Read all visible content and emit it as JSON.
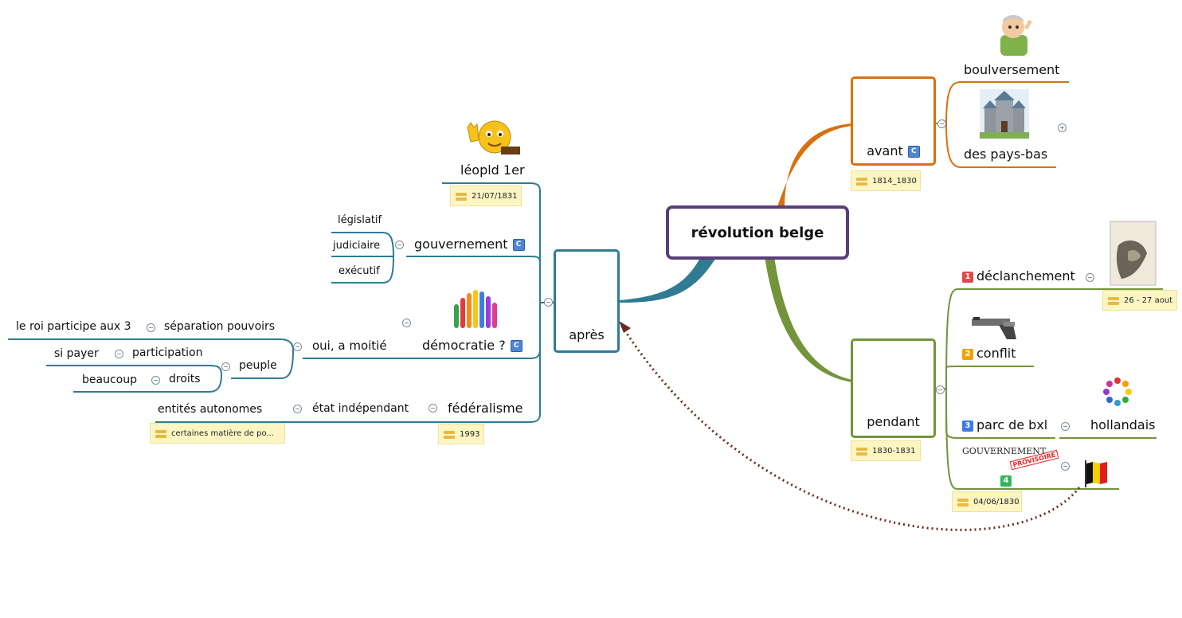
{
  "central": {
    "label": "révolution belge",
    "color": "#5a3e7a"
  },
  "avant": {
    "label": "avant",
    "badge": "C",
    "color": "#d9700f",
    "date_note": "1814_1830",
    "children": [
      {
        "label": "boulversement",
        "image": "thinking-person-icon"
      },
      {
        "label": "des pays-bas",
        "image": "castle-icon"
      }
    ]
  },
  "pendant": {
    "label": "pendant",
    "color": "#73943a",
    "date_note": "1830-1831",
    "children": [
      {
        "priority": "1",
        "label": "déclanchement",
        "note": "26 - 27 aout",
        "image": "painting-icon"
      },
      {
        "priority": "2",
        "label": "conflit",
        "image": "pistol-icon"
      },
      {
        "priority": "3",
        "label": "parc de bxl",
        "child": "hollandais",
        "image": "people-circle-icon"
      },
      {
        "priority": "4",
        "image_text": "GOUVERNEMENT",
        "stamp": "PROVISOIRE",
        "note": "04/06/1830",
        "image": "belgian-flag-icon"
      }
    ]
  },
  "apres": {
    "label": "après",
    "color": "#2f7b94",
    "children": [
      {
        "label": "léopld 1er",
        "note": "21/07/1831",
        "image": "smiley-icon"
      },
      {
        "label": "gouvernement",
        "badge": "C",
        "children": [
          "législatif",
          "judiciaire",
          "exécutif"
        ]
      },
      {
        "label": "démocratie ?",
        "badge": "C",
        "image": "raised-hands-icon",
        "child": {
          "label": "oui, a moitié",
          "children": [
            {
              "label": "séparation pouvoirs",
              "child": "le roi participe aux 3"
            },
            {
              "label": "peuple",
              "children": [
                {
                  "label": "participation",
                  "child": "si payer"
                },
                {
                  "label": "droits",
                  "child": "beaucoup"
                }
              ]
            }
          ]
        }
      },
      {
        "label": "fédéralisme",
        "note": "1993",
        "child": {
          "label": "état indépendant",
          "child": {
            "label": "entités autonomes",
            "note": "certaines matière de po..."
          }
        }
      }
    ]
  },
  "relationship": {
    "from": "belgian-flag-icon",
    "to": "apres",
    "color": "#6b2a1e"
  }
}
